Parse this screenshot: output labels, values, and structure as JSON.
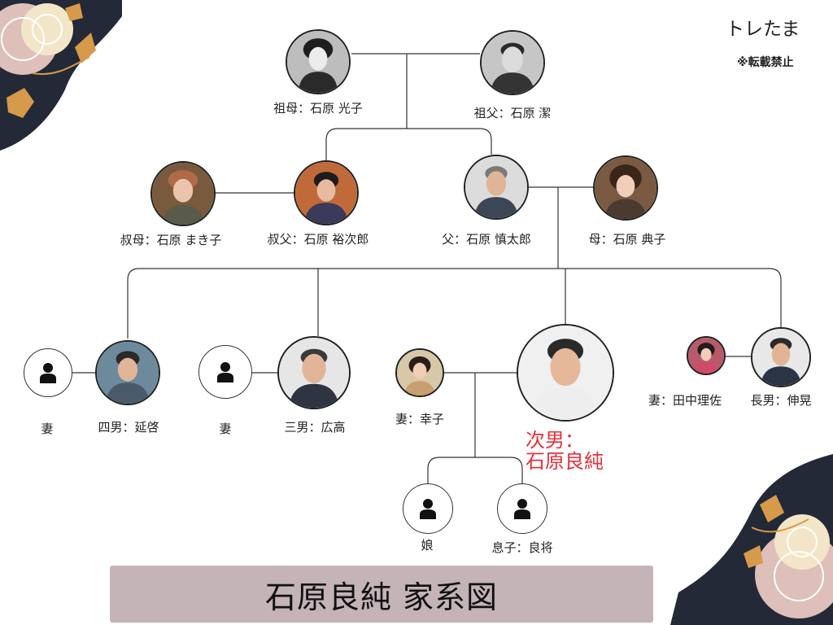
{
  "brand": "トレたま",
  "notice": "※転載禁止",
  "title": "石原良純 家系図",
  "people": {
    "grandmother": "祖母：石原 光子",
    "grandfather": "祖父：石原 潔",
    "aunt": "叔母：石原 まき子",
    "uncle": "叔父：石原 裕次郎",
    "father": "父：石原 慎太郎",
    "mother": "母：石原 典子",
    "wife4": "妻",
    "son4": "四男：延啓",
    "wife3": "妻",
    "son3": "三男：広高",
    "wife2": "妻：幸子",
    "son2_line1": "次男：",
    "son2_line2": "石原良純",
    "wife1": "妻：田中理佐",
    "son1": "長男：伸晃",
    "daughter": "娘",
    "grandson": "息子：良将"
  },
  "colors": {
    "highlight": "#e8303a",
    "title_bg": "#c4b3b7",
    "decor_dark": "#232936",
    "decor_gold": "#d69a4a",
    "decor_cream": "#f3e6c8",
    "decor_pink": "#f3cfc8"
  },
  "icons": {
    "photo": "portrait-photo",
    "anonymous": "person-silhouette-icon",
    "decoration": "floral-corner-decoration"
  }
}
